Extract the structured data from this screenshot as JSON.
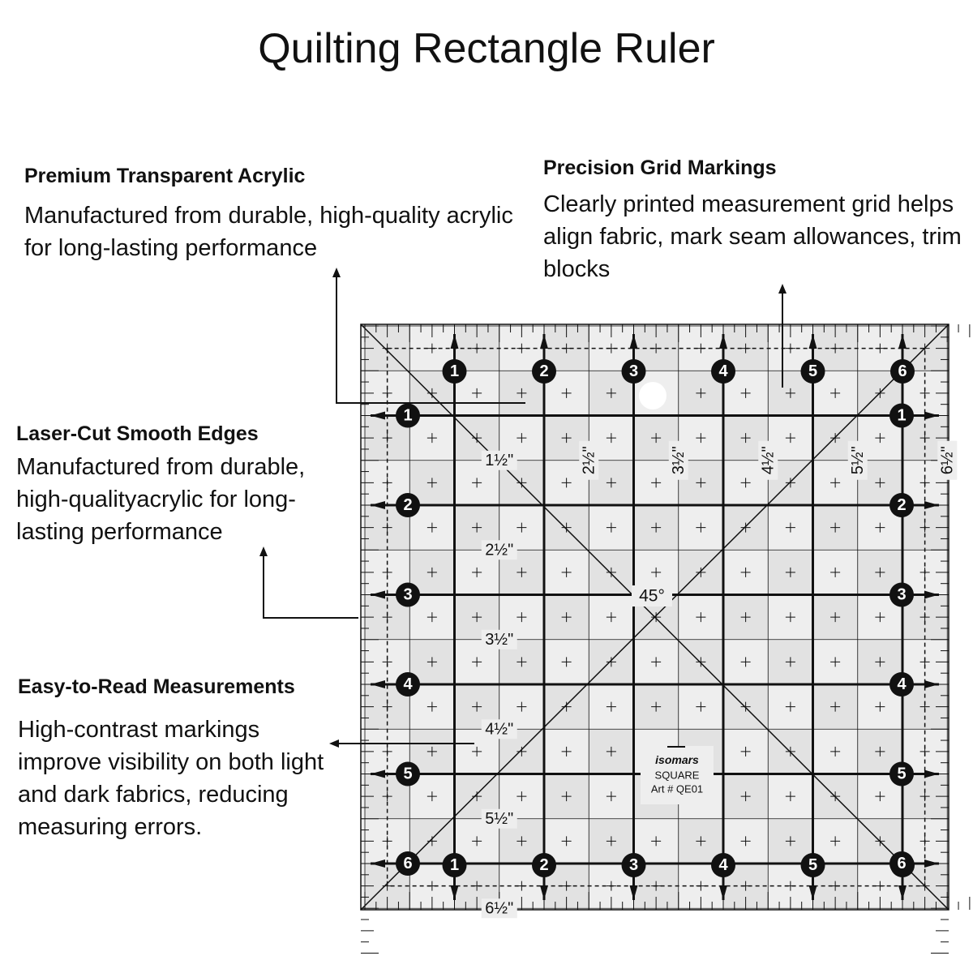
{
  "title": "Quilting Rectangle Ruler",
  "features": {
    "acrylic": {
      "heading": "Premium Transparent Acrylic",
      "body": "Manufactured from durable, high-quality acrylic for long-lasting performance"
    },
    "grid": {
      "heading": "Precision Grid Markings",
      "body": "Clearly printed measurement grid helps align fabric, mark seam allowances, trim blocks"
    },
    "edges": {
      "heading": "Laser-Cut Smooth Edges",
      "body": "Manufactured from durable, high-qualityacrylic for long-lasting performance"
    },
    "read": {
      "heading": "Easy-to-Read Measurements",
      "body": "High-contrast markings improve visibility on both light and dark fabrics, reducing measuring errors."
    }
  },
  "ruler": {
    "top_numbers": [
      "1",
      "2",
      "3",
      "4",
      "5",
      "6"
    ],
    "side_numbers": [
      "1",
      "2",
      "3",
      "4",
      "5",
      "6"
    ],
    "half_labels_vertical": [
      "1½\"",
      "2½\"",
      "3½\"",
      "4½\"",
      "5½\"",
      "6½\""
    ],
    "half_labels_horizontal": [
      "2½\"",
      "3½\"",
      "4½\"",
      "5½\"",
      "6½\""
    ],
    "angle_label": "45°",
    "brand": "isomars",
    "model": "SQUARE",
    "art_number": "Art # QE01"
  },
  "colors": {
    "ink": "#111111",
    "background": "#ffffff",
    "ruler_tint": "#eeeeee"
  }
}
